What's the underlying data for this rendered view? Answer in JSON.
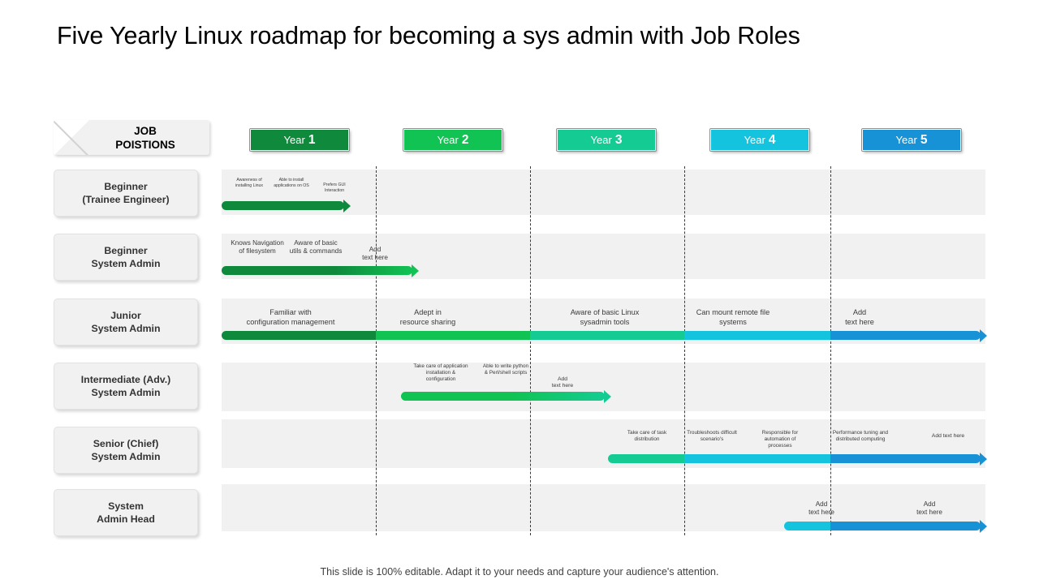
{
  "title": "Five Yearly Linux roadmap for becoming a sys admin with Job Roles",
  "sidebar": {
    "header": {
      "line1": "JOB",
      "line2": "POISTIONS"
    },
    "items": [
      {
        "line1": "Beginner",
        "line2": "(Trainee Engineer)"
      },
      {
        "line1": "Beginner",
        "line2": "System Admin"
      },
      {
        "line1": "Junior",
        "line2": "System Admin"
      },
      {
        "line1": "Intermediate (Adv.)",
        "line2": "System Admin"
      },
      {
        "line1": "Senior (Chief)",
        "line2": "System Admin"
      },
      {
        "line1": "System",
        "line2": "Admin Head"
      }
    ]
  },
  "years": [
    {
      "label": "Year",
      "number": "1",
      "color": "#0f8a3d"
    },
    {
      "label": "Year",
      "number": "2",
      "color": "#10c353"
    },
    {
      "label": "Year",
      "number": "3",
      "color": "#14cc93"
    },
    {
      "label": "Year",
      "number": "4",
      "color": "#14c3dd"
    },
    {
      "label": "Year",
      "number": "5",
      "color": "#1892d6"
    }
  ],
  "rows": [
    {
      "name": "beginner-trainee-engineer",
      "milestones": [
        {
          "line1": "Awareness of",
          "line2": "installing Linux"
        },
        {
          "line1": "Able to install",
          "line2": "applications on OS"
        },
        {
          "line1": "Prefers GUI",
          "line2": "Interaction"
        }
      ]
    },
    {
      "name": "beginner-system-admin",
      "milestones": [
        {
          "line1": "Knows Navigation",
          "line2": "of filesystem"
        },
        {
          "line1": "Aware of basic",
          "line2": "utils & commands"
        },
        {
          "line1": "Add",
          "line2": "text here"
        }
      ]
    },
    {
      "name": "junior-system-admin",
      "milestones": [
        {
          "line1": "Familiar with",
          "line2": "configuration management"
        },
        {
          "line1": "Adept in",
          "line2": "resource sharing"
        },
        {
          "line1": "Aware of basic Linux",
          "line2": "sysadmin tools"
        },
        {
          "line1": "Can mount remote file",
          "line2": "systems"
        },
        {
          "line1": "Add",
          "line2": "text here"
        }
      ]
    },
    {
      "name": "intermediate-system-admin",
      "milestones": [
        {
          "line1": "Take care of application",
          "line2": "installation &",
          "line3": "configuration"
        },
        {
          "line1": "Able to write python",
          "line2": "& Perl/shell scripts"
        },
        {
          "line1": "Add",
          "line2": "text here"
        }
      ]
    },
    {
      "name": "senior-chief-system-admin",
      "milestones": [
        {
          "line1": "Take care of task",
          "line2": "distribution"
        },
        {
          "line1": "Troubleshoots difficult",
          "line2": "scenario's"
        },
        {
          "line1": "Responsible for",
          "line2": "automation of",
          "line3": "processes"
        },
        {
          "line1": "Performance tuning and",
          "line2": "distributed computing"
        },
        {
          "line1": "Add text here",
          "line2": ""
        }
      ]
    },
    {
      "name": "system-admin-head",
      "milestones": [
        {
          "line1": "Add",
          "line2": "text here"
        },
        {
          "line1": "Add",
          "line2": "text here"
        }
      ]
    }
  ],
  "footer": "This slide is 100% editable. Adapt it to your needs and capture your audience's attention."
}
